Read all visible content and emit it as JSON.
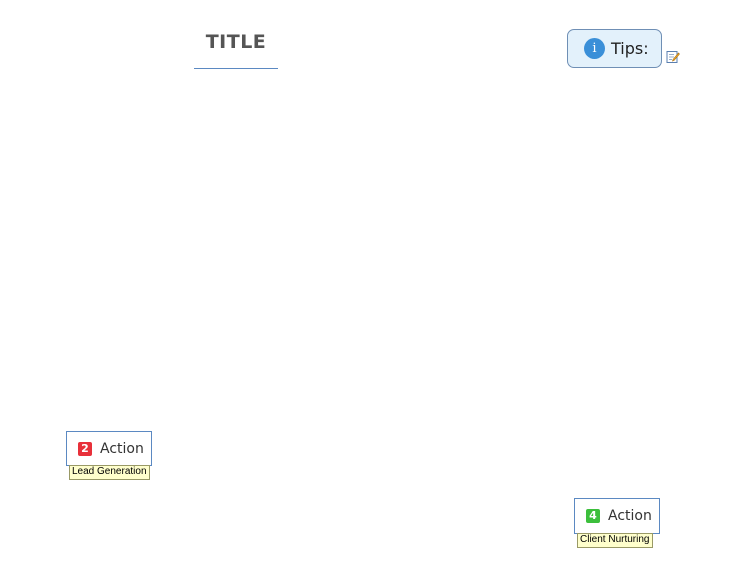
{
  "title": "TITLE",
  "tips": {
    "icon": "info-icon",
    "icon_glyph": "i",
    "label": "Tips:",
    "note_icon": "note-edit-icon"
  },
  "actions": [
    {
      "priority": "2",
      "priority_color": "#e8303a",
      "label": "Action",
      "tag": "Lead Generation"
    },
    {
      "priority": "4",
      "priority_color": "#3cbf3c",
      "label": "Action",
      "tag": "Client Nurturing"
    }
  ],
  "colors": {
    "node_border": "#5b89c2",
    "tips_fill": "#e3f1fb",
    "tag_fill": "#ffffcc"
  }
}
